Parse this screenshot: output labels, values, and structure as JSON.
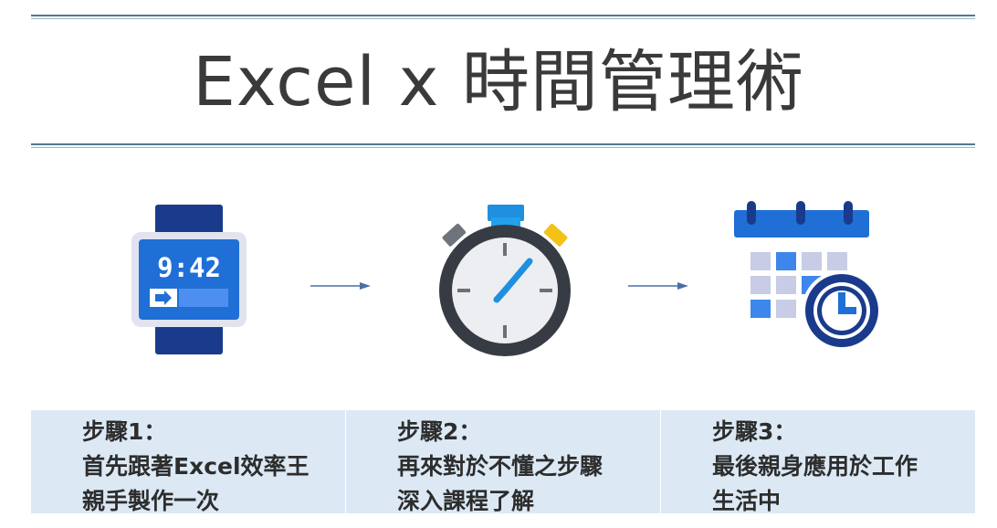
{
  "title": "Excel x 時間管理術",
  "icons": {
    "watch": {
      "name": "smartwatch-icon",
      "time_text": "9:42"
    },
    "stopwatch": {
      "name": "stopwatch-icon"
    },
    "calendar": {
      "name": "calendar-clock-icon"
    }
  },
  "colors": {
    "title_text": "#3a3a3a",
    "panel_bg": "#dce9f5",
    "rule": "#4f7a93",
    "arrow": "#4a6fa5",
    "accent_blue": "#1f6fd6",
    "dark_blue": "#1a3b8c"
  },
  "steps": [
    {
      "heading": "步驟1：",
      "line1": "首先跟著Excel效率王",
      "line2": "親手製作一次"
    },
    {
      "heading": "步驟2：",
      "line1": "再來對於不懂之步驟",
      "line2": "深入課程了解"
    },
    {
      "heading": "步驟3：",
      "line1": "最後親身應用於工作",
      "line2": "生活中"
    }
  ]
}
